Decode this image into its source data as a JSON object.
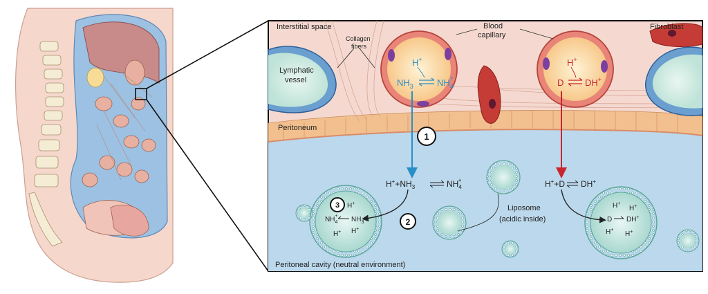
{
  "labels": {
    "interstitial_space": "Interstitial space",
    "collagen_fibers_1": "Collagen",
    "collagen_fibers_2": "fibers",
    "lymphatic_vessel_1": "Lymphatic",
    "lymphatic_vessel_2": "vessel",
    "blood_capillary_1": "Blood",
    "blood_capillary_2": "capillary",
    "fibroblast": "Fibroblast",
    "peritoneum": "Peritoneum",
    "liposome_1": "Liposome",
    "liposome_2": "(acidic inside)",
    "peritoneal_cavity": "Peritoneal cavity (neutral environment)"
  },
  "equations": {
    "left_capillary_top": "H",
    "left_capillary_left": "NH",
    "left_capillary_right": "NH",
    "right_capillary_top": "H",
    "right_capillary_left": "D",
    "right_capillary_right": "DH",
    "cavity_left": "H",
    "cavity_left_nh3": "+NH",
    "cavity_left_nh4": "NH",
    "cavity_right": "H",
    "cavity_right_d": "+D",
    "cavity_right_dh": "DH",
    "lipo_left_nh4": "NH",
    "lipo_left_nh3": "NH",
    "lipo_right_d": "D",
    "lipo_right_dh": "DH",
    "h": "H"
  },
  "steps": [
    "1",
    "2",
    "3"
  ],
  "colors": {
    "blue": "#2a8fc6",
    "red": "#c8262e",
    "tissue": "#f3cfc4",
    "cavity": "#bcd8ec",
    "liposome": "#cfe9e4",
    "liposome_edge": "#5aa79a"
  }
}
